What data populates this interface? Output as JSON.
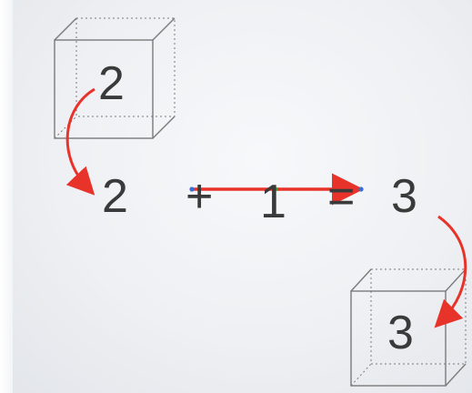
{
  "equation": {
    "term_a": "2",
    "plus": "+",
    "term_b": "1",
    "equals": "=",
    "result": "3"
  },
  "cubes": {
    "input_value": "2",
    "output_value": "3"
  },
  "colors": {
    "arrow": "#e8332a",
    "cube_edge": "#7a7a7a",
    "text": "#3a3a3a",
    "handle": "#3a6fd8",
    "midpoint": "#5aa83a"
  }
}
